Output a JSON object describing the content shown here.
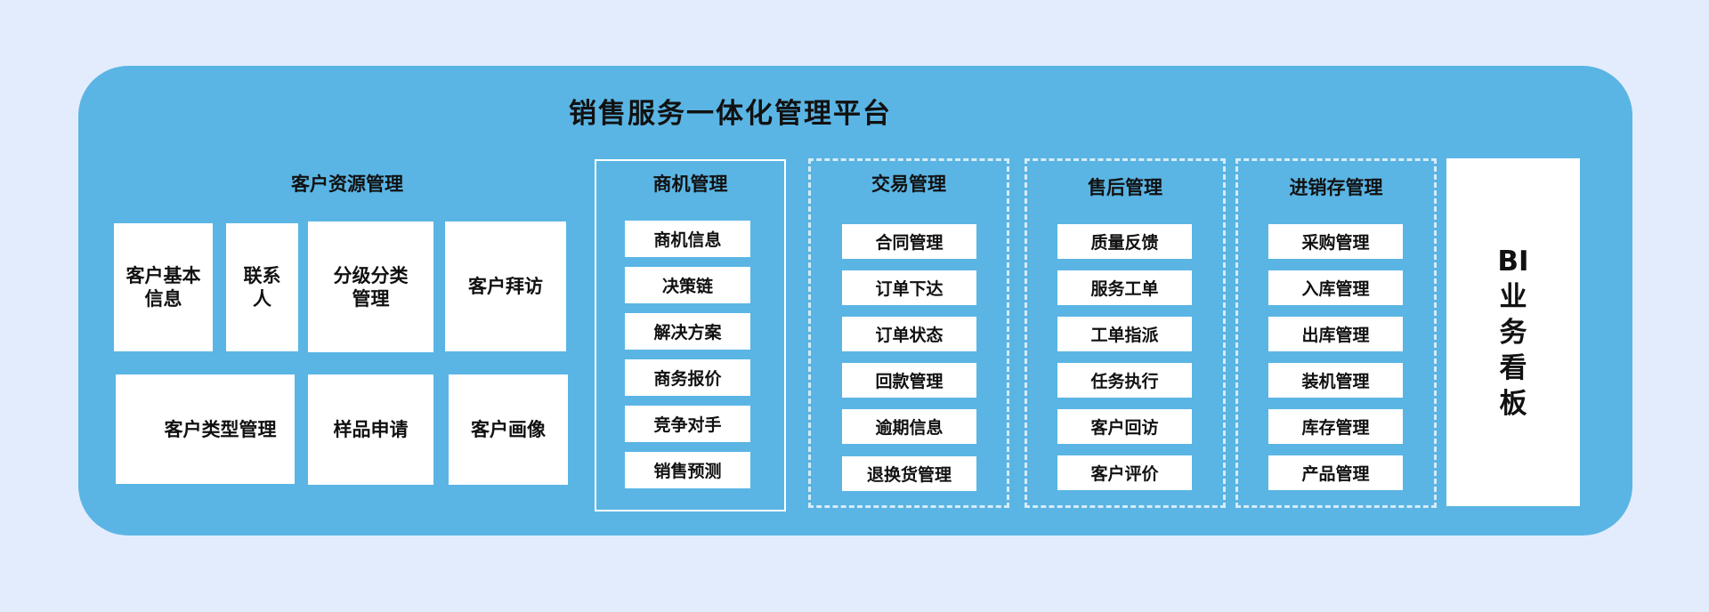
{
  "platform_title": "销售服务一体化管理平台",
  "customer": {
    "title": "客户资源管理",
    "cards": [
      {
        "line1": "客户基本",
        "line2": "信息"
      },
      {
        "line1": "联系",
        "line2": "人"
      },
      {
        "line1": "分级分类",
        "line2": "管理"
      },
      {
        "line1": "客户拜访",
        "line2": ""
      },
      {
        "line1": "客户类型管理",
        "line2": ""
      },
      {
        "line1": "样品申请",
        "line2": ""
      },
      {
        "line1": "客户画像",
        "line2": ""
      }
    ]
  },
  "opportunity": {
    "title": "商机管理",
    "items": [
      "商机信息",
      "决策链",
      "解决方案",
      "商务报价",
      "竞争对手",
      "销售预测"
    ]
  },
  "trade": {
    "title": "交易管理",
    "items": [
      "合同管理",
      "订单下达",
      "订单状态",
      "回款管理",
      "逾期信息",
      "退换货管理"
    ]
  },
  "aftersales": {
    "title": "售后管理",
    "items": [
      "质量反馈",
      "服务工单",
      "工单指派",
      "任务执行",
      "客户回访",
      "客户评价"
    ]
  },
  "inventory": {
    "title": "进销存管理",
    "items": [
      "采购管理",
      "入库管理",
      "出库管理",
      "装机管理",
      "库存管理",
      "产品管理"
    ]
  },
  "bi": {
    "chars": [
      "BI",
      "业",
      "务",
      "看",
      "板"
    ]
  }
}
